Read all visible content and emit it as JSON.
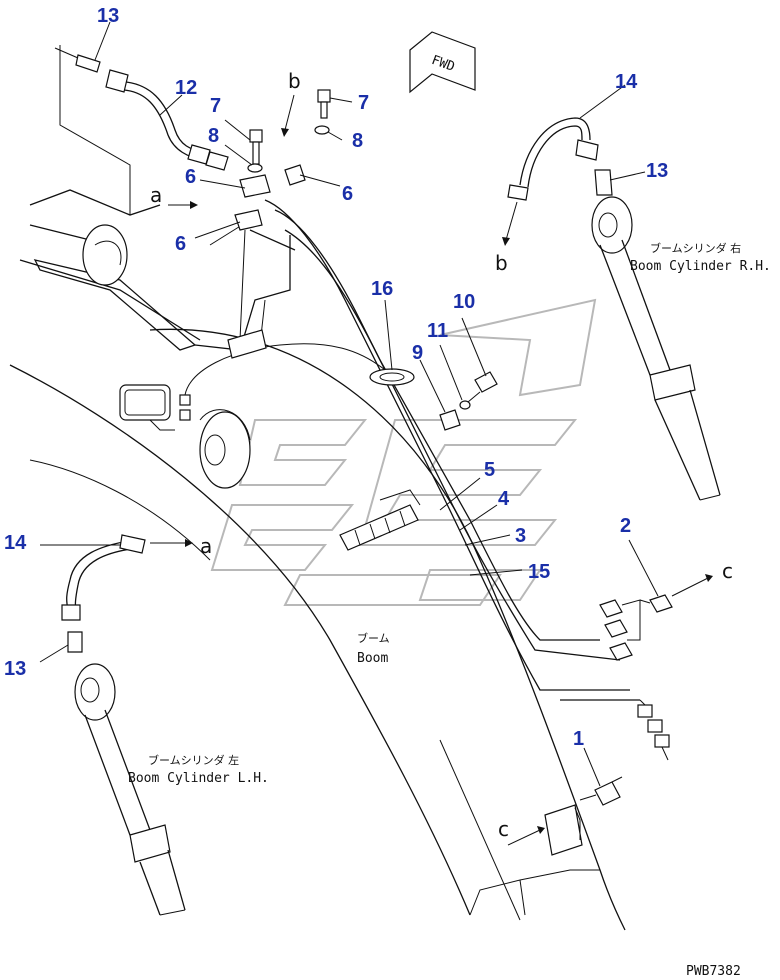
{
  "callouts": {
    "c1": "1",
    "c2": "2",
    "c3": "3",
    "c4": "4",
    "c5": "5",
    "c6a": "6",
    "c6b": "6",
    "c6c": "6",
    "c7a": "7",
    "c7b": "7",
    "c8a": "8",
    "c8b": "8",
    "c9": "9",
    "c10": "10",
    "c11": "11",
    "c12": "12",
    "c13a": "13",
    "c13b": "13",
    "c13c": "13",
    "c14a": "14",
    "c14b": "14",
    "c15": "15",
    "c16": "16"
  },
  "connectors": {
    "a1": "a",
    "a2": "a",
    "b1": "b",
    "b2": "b",
    "c_1": "c",
    "c_2": "c"
  },
  "labels": {
    "fwd": "FWD",
    "boom_jp": "ブーム",
    "boom_en": "Boom",
    "cyl_rh_jp": "ブームシリンダ 右",
    "cyl_rh_en": "Boom Cylinder R.H.",
    "cyl_lh_jp": "ブームシリンダ 左",
    "cyl_lh_en": "Boom Cylinder L.H."
  },
  "drawing_code": "PWB7382",
  "colors": {
    "callout": "#1a2fa8",
    "line": "#111111",
    "watermark": "#b8b8b8"
  }
}
